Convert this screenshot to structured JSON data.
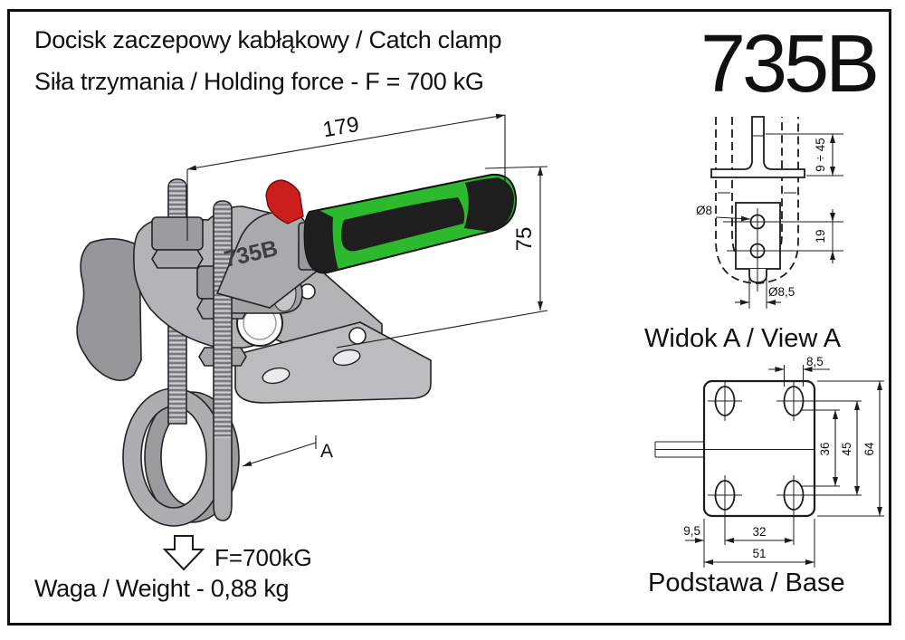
{
  "header": {
    "title_line1": "Docisk zaczepowy kabłąkowy / Catch clamp",
    "title_line2": "Siła trzymania / Holding force - F = 700 kG",
    "model": "735B"
  },
  "main_drawing": {
    "dim_width": "179",
    "dim_height": "75",
    "section_marker": "A",
    "body_stamp": "735B",
    "force_label": "F=700kG"
  },
  "footer": {
    "weight_label": "Waga / Weight - 0,88 kg"
  },
  "view_a": {
    "label": "Widok A / View A",
    "dims": {
      "stroke_range": "9 ÷ 45",
      "hole_diameter": "Ø8",
      "hole_spacing": "19",
      "hook_diameter": "Ø8,5"
    }
  },
  "base": {
    "label": "Podstawa / Base",
    "dims": {
      "slot_width": "8,5",
      "holes_vertical_inner": "36",
      "holes_vertical": "45",
      "plate_height": "64",
      "edge_offset": "9,5",
      "holes_horizontal": "32",
      "plate_width": "51"
    }
  },
  "colors": {
    "frame": "#101010",
    "line": "#1c1c1c",
    "metal": "#b4b4b8",
    "handle_green": "#2db92d",
    "grip_black": "#1e1e1e",
    "lever_red": "#cd1e1e"
  }
}
